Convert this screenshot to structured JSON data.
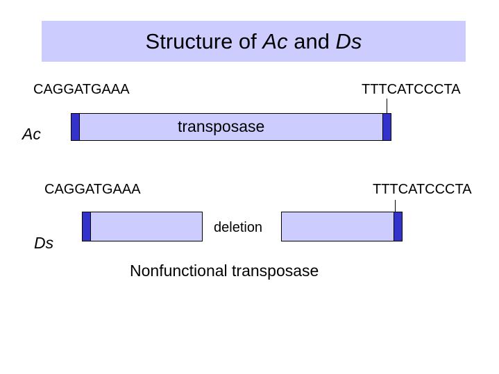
{
  "title": {
    "part1": "Structure of ",
    "ac": "Ac",
    "part2": " and ",
    "ds": "Ds"
  },
  "ac": {
    "label": "Ac",
    "left_seq": "CAGGATGAAA",
    "right_seq": "TTTCATCCCTA",
    "bar_label": "transposase"
  },
  "ds": {
    "label": "Ds",
    "left_seq": "CAGGATGAAA",
    "right_seq": "TTTCATCCCTA",
    "gap_label": "deletion",
    "caption": "Nonfunctional transposase"
  },
  "colors": {
    "title_bg": "#ccccff",
    "bar_fill": "#ccccff",
    "end_fill": "#3333cc"
  }
}
